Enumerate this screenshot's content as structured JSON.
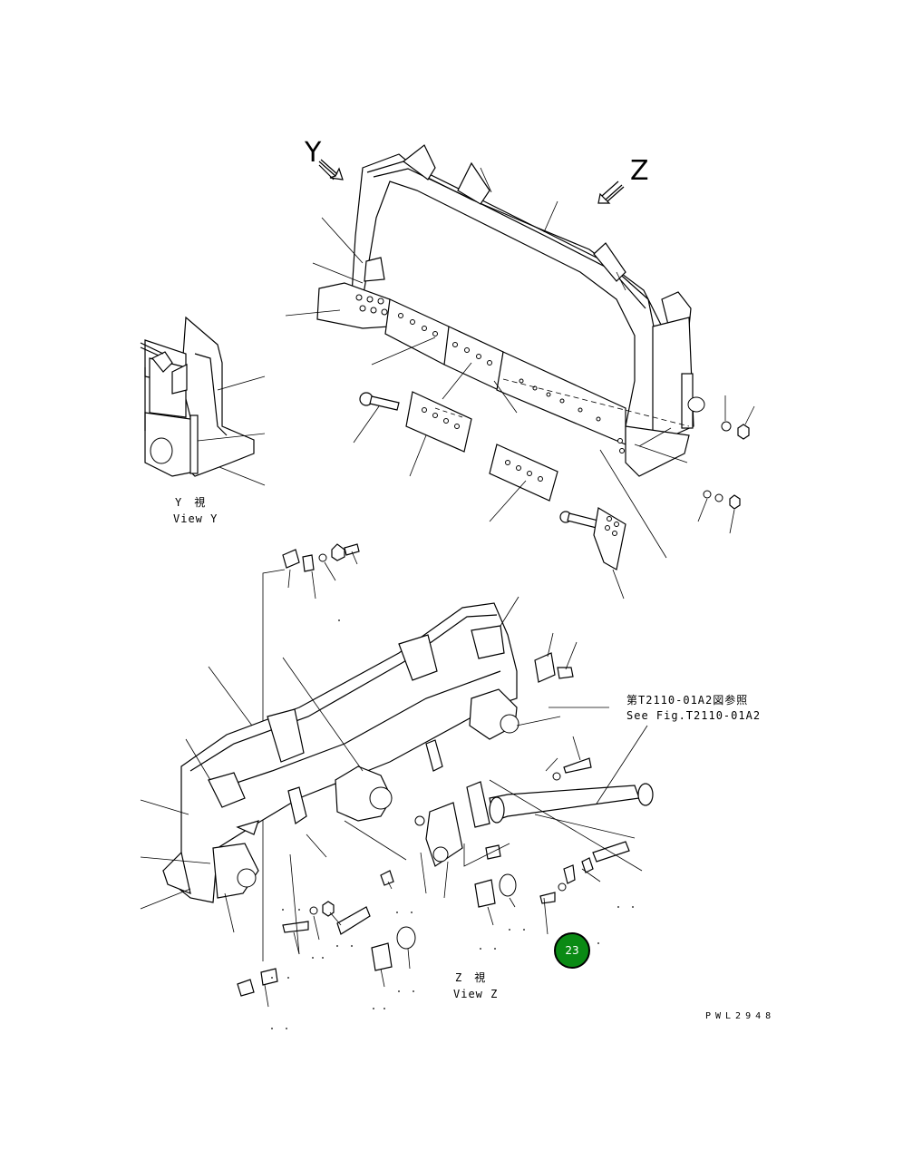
{
  "view_markers": {
    "y_arrow_letter": "Y",
    "z_arrow_letter": "Z"
  },
  "view_y_caption": {
    "line1": "Y　視",
    "line2": "View Y"
  },
  "view_z_caption": {
    "line1": "Z　視",
    "line2": "View Z"
  },
  "reference_note": {
    "line1": "第T2110-01A2図参照",
    "line2": "See Fig.T2110-01A2"
  },
  "drawing_code": "PWL2948",
  "page_badge": {
    "number": "23",
    "color": "#0a8a14"
  }
}
